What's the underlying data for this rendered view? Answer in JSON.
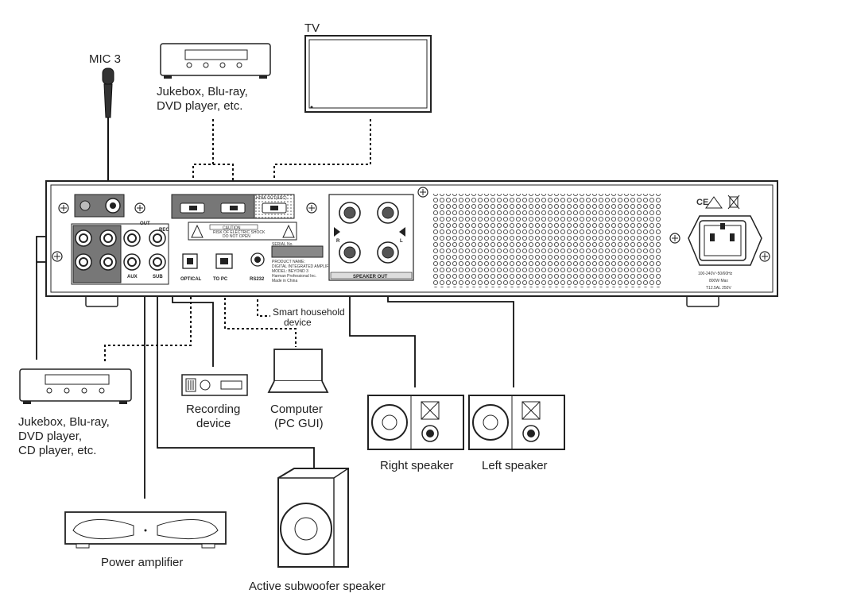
{
  "labels": {
    "tv": "TV",
    "mic": "MIC 3",
    "jukebox_top": [
      "Jukebox, Blu-ray,",
      "DVD player, etc."
    ],
    "smart": [
      "Smart household",
      "device"
    ],
    "jukebox_left": [
      "Jukebox, Blu-ray,",
      "DVD player,",
      "CD player, etc."
    ],
    "recording": [
      "Recording",
      "device"
    ],
    "computer": [
      "Computer",
      "(PC GUI)"
    ],
    "right_speaker": "Right speaker",
    "left_speaker": "Left speaker",
    "power_amp": "Power amplifier",
    "subwoofer": "Active subwoofer speaker"
  },
  "panel": {
    "out": "OUT",
    "rec": "REC",
    "aux": "AUX",
    "sub": "SUB",
    "optical": "OPTICAL",
    "to_pc": "TO PC",
    "rs232": "RS232",
    "speaker_out": "SPEAKER OUT",
    "hdmi_arc": "HDMI OUT(ARC)",
    "caution": "CAUTION",
    "caution_sub": [
      "RISK OF ELECTRIC SHOCK",
      "DO NOT OPEN"
    ],
    "serial": "SERIAL No.",
    "product_info": [
      "PRODUCT NAME:",
      "DIGITAL INTEGRATED AMPLIFIER",
      "MODEL: BEYOND 3",
      "Harman Professional Inc.",
      "Made in China"
    ],
    "power_spec": [
      "100-240V~50/60Hz",
      "800W Max",
      "T12.5AL 250V"
    ],
    "spk_r": "R",
    "spk_l": "L"
  }
}
